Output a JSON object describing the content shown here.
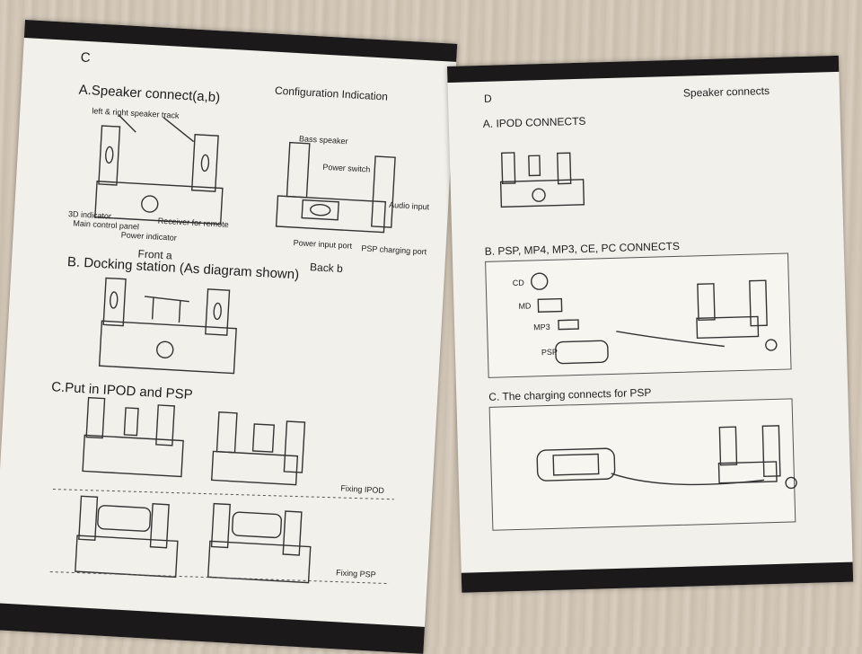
{
  "left_page": {
    "letter": "C",
    "header": "Configuration Indication",
    "section_a": {
      "title": "A.Speaker connect(a,b)",
      "front_labels": {
        "track": "left & right speaker track",
        "indicator_3d": "3D indicator",
        "receiver": "Receiver for remote",
        "main_panel": "Main control panel",
        "power_indicator": "Power indicator",
        "caption": "Front a"
      },
      "back_labels": {
        "bass": "Bass speaker",
        "power_switch": "Power switch",
        "audio_input": "Audio input",
        "power_input": "Power input port",
        "psp_port": "PSP charging port",
        "caption": "Back b"
      }
    },
    "section_b": {
      "title": "B. Docking station (As diagram shown)"
    },
    "section_c": {
      "title": "C.Put in IPOD and PSP",
      "fixing_ipod": "Fixing IPOD",
      "fixing_psp": "Fixing PSP"
    }
  },
  "right_page": {
    "letter": "D",
    "header": "Speaker connects",
    "section_a": {
      "title": "A. IPOD CONNECTS"
    },
    "section_b": {
      "title": "B. PSP, MP4, MP3, CE, PC CONNECTS",
      "devices": [
        "CD",
        "MD",
        "MP3",
        "PSP"
      ]
    },
    "section_c": {
      "title": "C. The charging connects for PSP"
    }
  },
  "colors": {
    "paper": "#f2f0ea",
    "band": "#1b1919",
    "ink": "#1d1d1d",
    "table": "#d2c7b8"
  }
}
